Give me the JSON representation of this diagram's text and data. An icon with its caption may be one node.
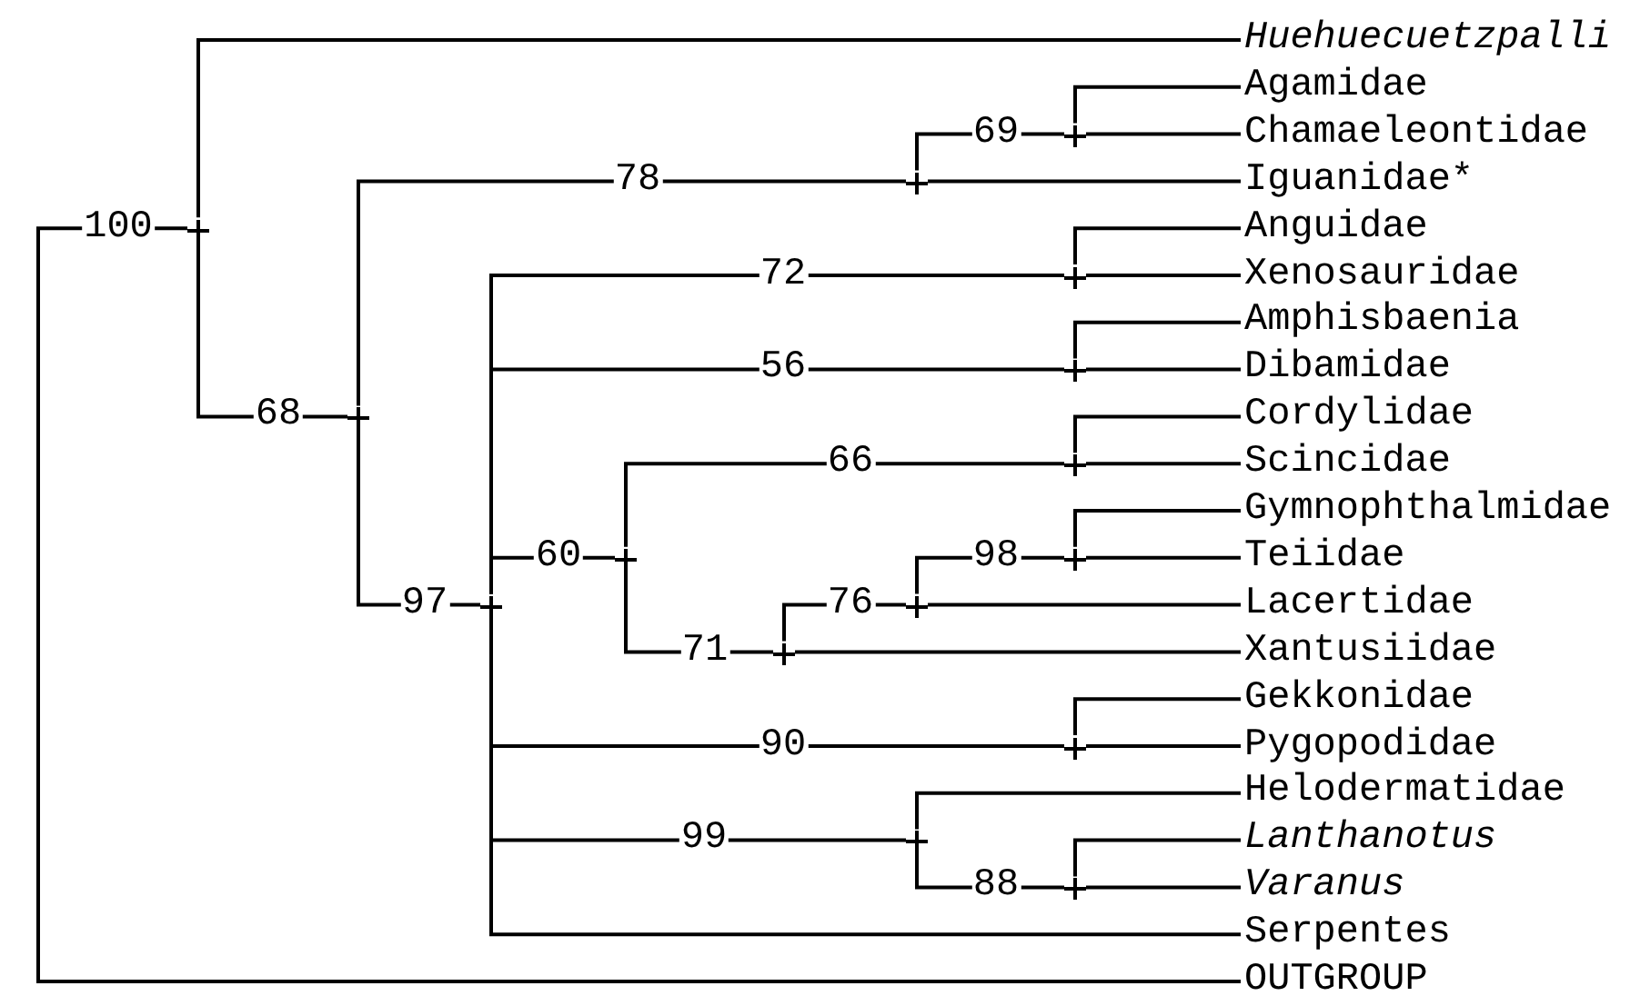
{
  "diagram": {
    "nodes": [
      {
        "text": [
          "Huehuecuetzpalli"
        ]
      },
      {
        "text": [
          "Agamidae"
        ]
      },
      {
        "text": [
          "Chamaeleontidae"
        ]
      },
      {
        "text": [
          "Iguanidae*"
        ]
      },
      {
        "text": [
          "Anguidae"
        ]
      },
      {
        "text": [
          "Xenosauridae"
        ]
      },
      {
        "text": [
          "Amphisbaenia"
        ]
      },
      {
        "text": [
          "Dibamidae"
        ]
      },
      {
        "text": [
          "Cordylidae"
        ]
      },
      {
        "text": [
          "Scincidae"
        ]
      },
      {
        "text": [
          "Gymnophthalmidae"
        ]
      },
      {
        "text": [
          "Teiidae"
        ]
      },
      {
        "text": [
          "Lacertidae"
        ]
      },
      {
        "text": [
          "Xantusiidae"
        ]
      },
      {
        "text": [
          "Gekkonidae"
        ]
      },
      {
        "text": [
          "Pygopodidae"
        ]
      },
      {
        "text": [
          "Helodermatidae"
        ]
      },
      {
        "text": [
          "Lanthanotus"
        ]
      },
      {
        "text": [
          "Varanus"
        ]
      },
      {
        "text": [
          "Serpentes"
        ]
      },
      {
        "text": [
          "OUTGROUP"
        ]
      },
      {
        "text": [],
        "shape": "cross"
      },
      {
        "text": [],
        "shape": "cross"
      },
      {
        "text": [],
        "shape": "cross"
      },
      {
        "text": [],
        "shape": "cross"
      },
      {
        "text": [],
        "shape": "cross"
      },
      {
        "text": [],
        "shape": "cross"
      },
      {
        "text": [],
        "shape": "cross"
      },
      {
        "text": [],
        "shape": "cross"
      },
      {
        "text": [],
        "shape": "cross"
      },
      {
        "text": [],
        "shape": "cross"
      },
      {
        "text": [],
        "shape": "cross"
      },
      {
        "text": [],
        "shape": "cross"
      },
      {
        "text": [],
        "shape": "cross"
      },
      {
        "text": [],
        "shape": "cross"
      },
      {
        "text": [],
        "shape": "cross"
      }
    ],
    "edges": [
      {
        "from": 21,
        "to": 20,
        "arrow": "none",
        "label": "100"
      },
      {
        "from": 21,
        "to": 0,
        "arrow": "none"
      },
      {
        "from": 21,
        "to": 22,
        "arrow": "none",
        "label": "68"
      },
      {
        "from": 22,
        "to": 23,
        "arrow": "none",
        "label": "78"
      },
      {
        "from": 22,
        "to": 25,
        "arrow": "none",
        "label": "97"
      },
      {
        "from": 23,
        "to": 24,
        "arrow": "none",
        "label": "69"
      },
      {
        "from": 23,
        "to": 3,
        "arrow": "none"
      },
      {
        "from": 24,
        "to": 1,
        "arrow": "none"
      },
      {
        "from": 24,
        "to": 2,
        "arrow": "none"
      },
      {
        "from": 25,
        "to": 26,
        "arrow": "none",
        "label": "72"
      },
      {
        "from": 25,
        "to": 27,
        "arrow": "none",
        "label": "56"
      },
      {
        "from": 25,
        "to": 28,
        "arrow": "none",
        "label": "60"
      },
      {
        "from": 25,
        "to": 33,
        "arrow": "none",
        "label": "90"
      },
      {
        "from": 25,
        "to": 34,
        "arrow": "none",
        "label": "99"
      },
      {
        "from": 25,
        "to": 19,
        "arrow": "none"
      },
      {
        "from": 26,
        "to": 4,
        "arrow": "none"
      },
      {
        "from": 26,
        "to": 5,
        "arrow": "none"
      },
      {
        "from": 27,
        "to": 6,
        "arrow": "none"
      },
      {
        "from": 27,
        "to": 7,
        "arrow": "none"
      },
      {
        "from": 28,
        "to": 29,
        "arrow": "none",
        "label": "66"
      },
      {
        "from": 28,
        "to": 30,
        "arrow": "none",
        "label": "71"
      },
      {
        "from": 29,
        "to": 8,
        "arrow": "none"
      },
      {
        "from": 29,
        "to": 9,
        "arrow": "none"
      },
      {
        "from": 30,
        "to": 31,
        "arrow": "none",
        "label": "76"
      },
      {
        "from": 30,
        "to": 13,
        "arrow": "none"
      },
      {
        "from": 31,
        "to": 32,
        "arrow": "none",
        "label": "98"
      },
      {
        "from": 31,
        "to": 12,
        "arrow": "none"
      },
      {
        "from": 32,
        "to": 10,
        "arrow": "none"
      },
      {
        "from": 32,
        "to": 11,
        "arrow": "none"
      },
      {
        "from": 33,
        "to": 14,
        "arrow": "none"
      },
      {
        "from": 33,
        "to": 15,
        "arrow": "none"
      },
      {
        "from": 34,
        "to": 16,
        "arrow": "none"
      },
      {
        "from": 34,
        "to": 35,
        "arrow": "none",
        "label": "88"
      },
      {
        "from": 35,
        "to": 17,
        "arrow": "none"
      },
      {
        "from": 35,
        "to": 18,
        "arrow": "none"
      }
    ]
  }
}
